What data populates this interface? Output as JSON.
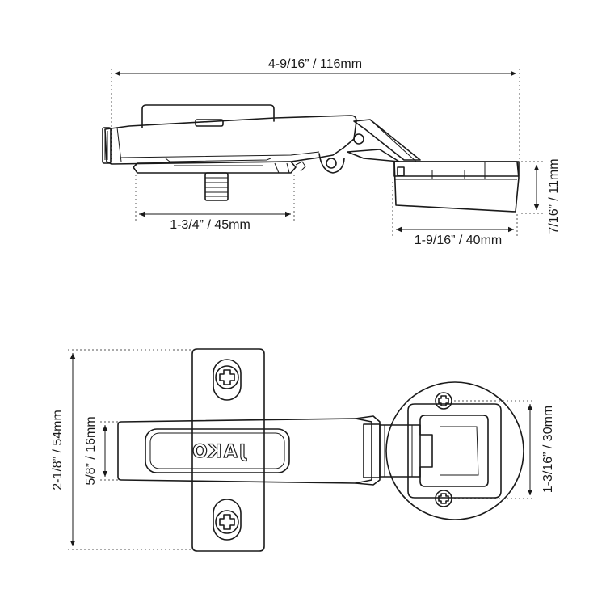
{
  "brand": {
    "logo_text": "JAKO"
  },
  "side_view": {
    "overall_length": "4-9/16” / 116mm",
    "base_plate_length": "1-3/4” / 45mm",
    "cup_diameter": "1-9/16” / 40mm",
    "cup_depth": "7/16” / 11mm"
  },
  "top_view": {
    "plate_height": "2-1/8” / 54mm",
    "arm_width": "5/8” / 16mm",
    "screw_spacing": "1-3/16” / 30mm"
  },
  "colors": {
    "line": "#1a1a1a",
    "dash": "#555555",
    "background": "#ffffff"
  }
}
